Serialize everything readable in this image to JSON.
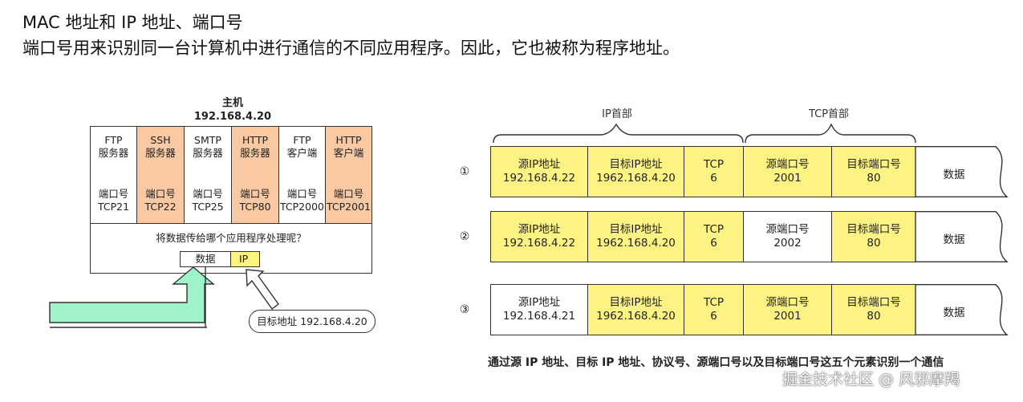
{
  "header": {
    "title": "MAC 地址和 IP 地址、端口号",
    "description": "端口号用来识别同一台计算机中进行通信的不同应用程序。因此，它也被称为程序地址。"
  },
  "host": {
    "title": "主机",
    "ip": "192.168.4.20",
    "apps": [
      {
        "name": "FTP\n服务器",
        "port": "端口号\nTCP21",
        "highlight": false
      },
      {
        "name": "SSH\n服务器",
        "port": "端口号\nTCP22",
        "highlight": true
      },
      {
        "name": "SMTP\n服务器",
        "port": "端口号\nTCP25",
        "highlight": false
      },
      {
        "name": "HTTP\n服务器",
        "port": "端口号\nTCP80",
        "highlight": true
      },
      {
        "name": "FTP\n客户端",
        "port": "端口号\nTCP2000",
        "highlight": false
      },
      {
        "name": "HTTP\n客户端",
        "port": "端口号\nTCP2001",
        "highlight": true
      }
    ],
    "question": "将数据传给哪个应用程序处理呢？",
    "packet": {
      "data_label": "数据",
      "ip_label": "IP"
    },
    "dest_note": "目标地址 192.168.4.20"
  },
  "packets": {
    "ip_header_label": "IP首部",
    "tcp_header_label": "TCP首部",
    "rows": [
      {
        "num": "①",
        "cells": [
          {
            "l1": "源IP地址",
            "l2": "192.168.4.22",
            "hl": true
          },
          {
            "l1": "目标IP地址",
            "l2": "1962.168.4.20",
            "hl": true
          },
          {
            "l1": "TCP",
            "l2": "6",
            "hl": true
          },
          {
            "l1": "源端口号",
            "l2": "2001",
            "hl": true
          },
          {
            "l1": "目标端口号",
            "l2": "80",
            "hl": true
          },
          {
            "l1": "数据",
            "l2": "",
            "hl": false
          }
        ]
      },
      {
        "num": "②",
        "cells": [
          {
            "l1": "源IP地址",
            "l2": "192.168.4.22",
            "hl": true
          },
          {
            "l1": "目标IP地址",
            "l2": "1962.168.4.20",
            "hl": true
          },
          {
            "l1": "TCP",
            "l2": "6",
            "hl": true
          },
          {
            "l1": "源端口号",
            "l2": "2002",
            "hl": false
          },
          {
            "l1": "目标端口号",
            "l2": "80",
            "hl": true
          },
          {
            "l1": "数据",
            "l2": "",
            "hl": false
          }
        ]
      },
      {
        "num": "③",
        "cells": [
          {
            "l1": "源IP地址",
            "l2": "192.168.4.21",
            "hl": false
          },
          {
            "l1": "目标IP地址",
            "l2": "1962.168.4.20",
            "hl": true
          },
          {
            "l1": "TCP",
            "l2": "6",
            "hl": true
          },
          {
            "l1": "源端口号",
            "l2": "2001",
            "hl": true
          },
          {
            "l1": "目标端口号",
            "l2": "80",
            "hl": true
          },
          {
            "l1": "数据",
            "l2": "",
            "hl": false
          }
        ]
      }
    ],
    "caption": "通过源 IP 地址、目标 IP 地址、协议号、源端口号以及目标端口号这五个元素识别一个通信"
  },
  "watermark": "掘金技术社区 @ 风邪摩羯",
  "colors": {
    "app_highlight": "#f8c9a2",
    "field_highlight": "#fcf383",
    "arrow_fill": "#9ff3c8",
    "stroke": "#333333"
  }
}
